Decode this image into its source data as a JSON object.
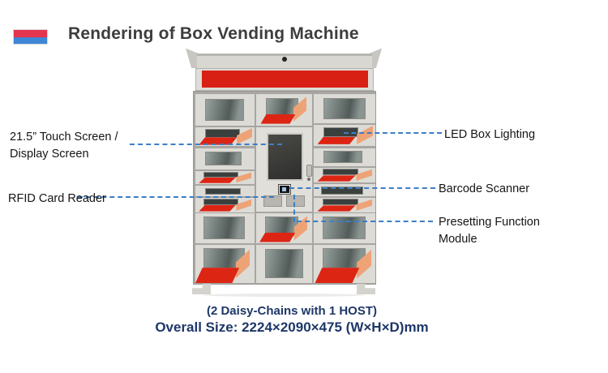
{
  "slide": {
    "title": "Rendering of Box Vending Machine",
    "footer_line1": "(2 Daisy-Chains with 1 HOST)",
    "footer_line2": "Overall Size: 2224×2090×475 (W×H×D)mm"
  },
  "callouts": {
    "touch_screen": "21.5” Touch Screen /\nDisplay Screen",
    "rfid_card_reader": "RFID Card Reader",
    "led_box_lighting": "LED Box Lighting",
    "barcode_scanner": "Barcode Scanner",
    "presetting_module": "Presetting Function\nModule"
  },
  "icons": {
    "flag_logo": "red-blue-flag-icon",
    "camera_dot": "camera-dot-icon"
  },
  "colors": {
    "banner_red": "#d92015",
    "shelf_red": "#dd2514",
    "shelf_orange": "#eea377",
    "leader_blue": "#3d7ec6",
    "footer_navy": "#1e3768",
    "title_gray": "#3d3d3d",
    "flag_red": "#e53450",
    "flag_blue": "#3e87d6"
  }
}
